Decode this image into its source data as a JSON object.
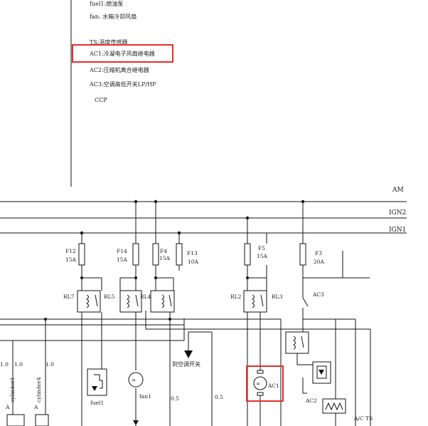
{
  "legend": {
    "fuel1": "fuel1:燃油泵",
    "fan": "fan: 水箱冷却风扇",
    "ts": "TS:温度传感器",
    "ac1": "AC1:冷凝电子风扇继电器",
    "ac2": "AC2:压缩机离合继电器",
    "ac3": "AC3:空调高低开关LP/HP",
    "ccp": "CCP"
  },
  "buses": {
    "am": "AM",
    "ign2": "IGN2",
    "ign1": "IGN1"
  },
  "fuses": {
    "f12": "F12",
    "f12_rating": "15A",
    "f14": "F14",
    "f14_rating": "15A",
    "f4": "F4",
    "f4_rating": "15A",
    "f13": "F13",
    "f13_rating": "10A",
    "f5": "F5",
    "f5_rating": "15A",
    "f3": "F3",
    "f3_rating": "20A"
  },
  "relays": {
    "rl7": "RL7",
    "rl5": "RL5",
    "rl4": "RL4",
    "rl2": "RL2",
    "rl3": "RL3",
    "ac3": "AC3",
    "ac2": "AC2"
  },
  "components": {
    "fuel1": "fuel1",
    "fan1": "fan1",
    "ac1": "AC1",
    "cylinder1": "cylinder1",
    "cylinder4": "cylinder4",
    "to_ac_switch": "到空调开关",
    "ac_ts": "A/C TS",
    "a1": "A",
    "a2": "A"
  },
  "wire_labels": {
    "w1": "1.0",
    "w2": "1.0",
    "w3": "1.0",
    "w4": "0.5",
    "w5": "0.5"
  }
}
